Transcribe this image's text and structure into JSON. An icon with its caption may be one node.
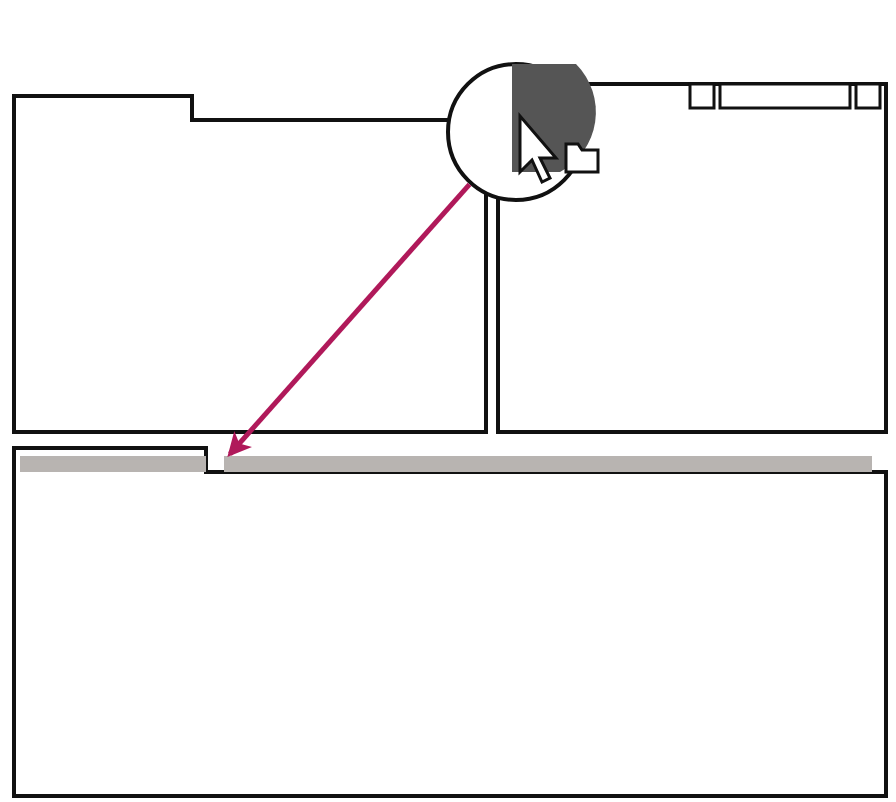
{
  "diagram": {
    "nodes": [
      {
        "text": [],
        "shape": "circle"
      },
      {
        "text": [],
        "shape": "bar"
      }
    ],
    "edges": [
      {
        "from": 0,
        "to": 1,
        "arrow": "to"
      }
    ]
  }
}
